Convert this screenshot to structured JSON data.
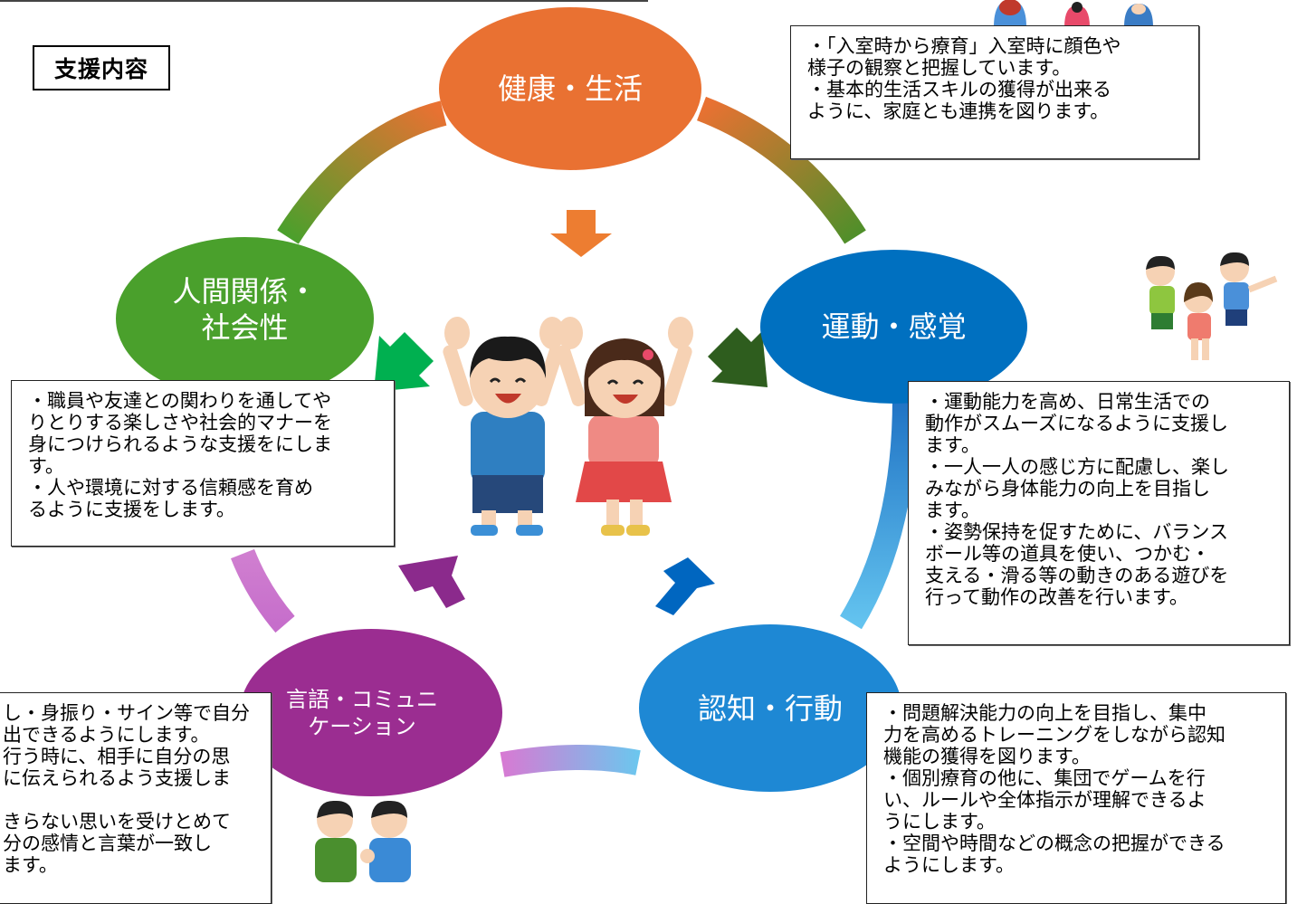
{
  "title": "支援内容",
  "center_image": "two-children-cheering",
  "nodes": {
    "health": {
      "label": "健康・生活",
      "color": "#e97132"
    },
    "motor": {
      "label": "運動・感覚",
      "color": "#0070c0"
    },
    "cognition": {
      "label": "認知・行動",
      "color": "#1e88d4"
    },
    "language": {
      "label": "言語・コミュニ\nケーション",
      "color": "#9b2d91"
    },
    "relations": {
      "label": "人間関係・\n社会性",
      "color": "#4aa02c"
    }
  },
  "boxes": {
    "health": "・「入室時から療育」入室時に顔色や\n様子の観察と把握しています。\n・基本的生活スキルの獲得が出来る\nように、家庭とも連携を図ります。",
    "motor": "・運動能力を高め、日常生活での\n動作がスムーズになるように支援し\nます。\n・一人一人の感じ方に配慮し、楽し\nみながら身体能力の向上を目指し\nます。\n・姿勢保持を促すために、バランス\nボール等の道具を使い、つかむ・\n支える・滑る等の動きのある遊びを\n行って動作の改善を行います。",
    "cognition": "・問題解決能力の向上を目指し、集中\n力を高めるトレーニングをしながら認知\n機能の獲得を図ります。\n・個別療育の他に、集団でゲームを行\nい、ルールや全体指示が理解できるよ\nうにします。\n・空間や時間などの概念の把握ができる\nようにします。",
    "language": "し・身振り・サイン等で自分\n出できるようにします。\n行う時に、相手に自分の思\nに伝えられるよう支援しま\n\nきらない思いを受けとめて\n分の感情と言葉が一致し\nます。",
    "relations": "・職員や友達との関わりを通してや\nりとりする楽しさや社会的マナーを\n身につけられるような支援をにしま\nす。\n・人や環境に対する信頼感を育め\nるように支援をします。"
  },
  "decorations": [
    "kids-running-illustration",
    "two-boys-talking-illustration",
    "kids-peeking-illustration"
  ]
}
